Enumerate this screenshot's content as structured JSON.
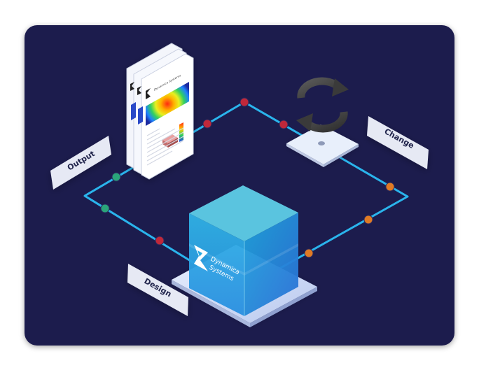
{
  "labels": {
    "output": "Output",
    "change": "Change",
    "design": "Design"
  },
  "brand": {
    "line1": "Dynamica",
    "line2": "Systems",
    "doc_header": "Dynamica Systems"
  },
  "colors": {
    "background": "#ffffff",
    "panel": "#1d1a4d",
    "path": "#2ab4ec",
    "node_red": "#c0283a",
    "node_green": "#2aa57a",
    "node_orange": "#e07a24",
    "cube_top": "#5fd3ec",
    "cube_left": "#2aa9e1",
    "cube_right": "#1f7fd8",
    "label_bg": "#e6e9f4",
    "label_text": "#23254d",
    "sync_icon": "#4a4a4a"
  },
  "icons": [
    "sync-icon",
    "dynamica-logo-icon",
    "heatmap-report-icon",
    "colorbar-legend-icon"
  ]
}
